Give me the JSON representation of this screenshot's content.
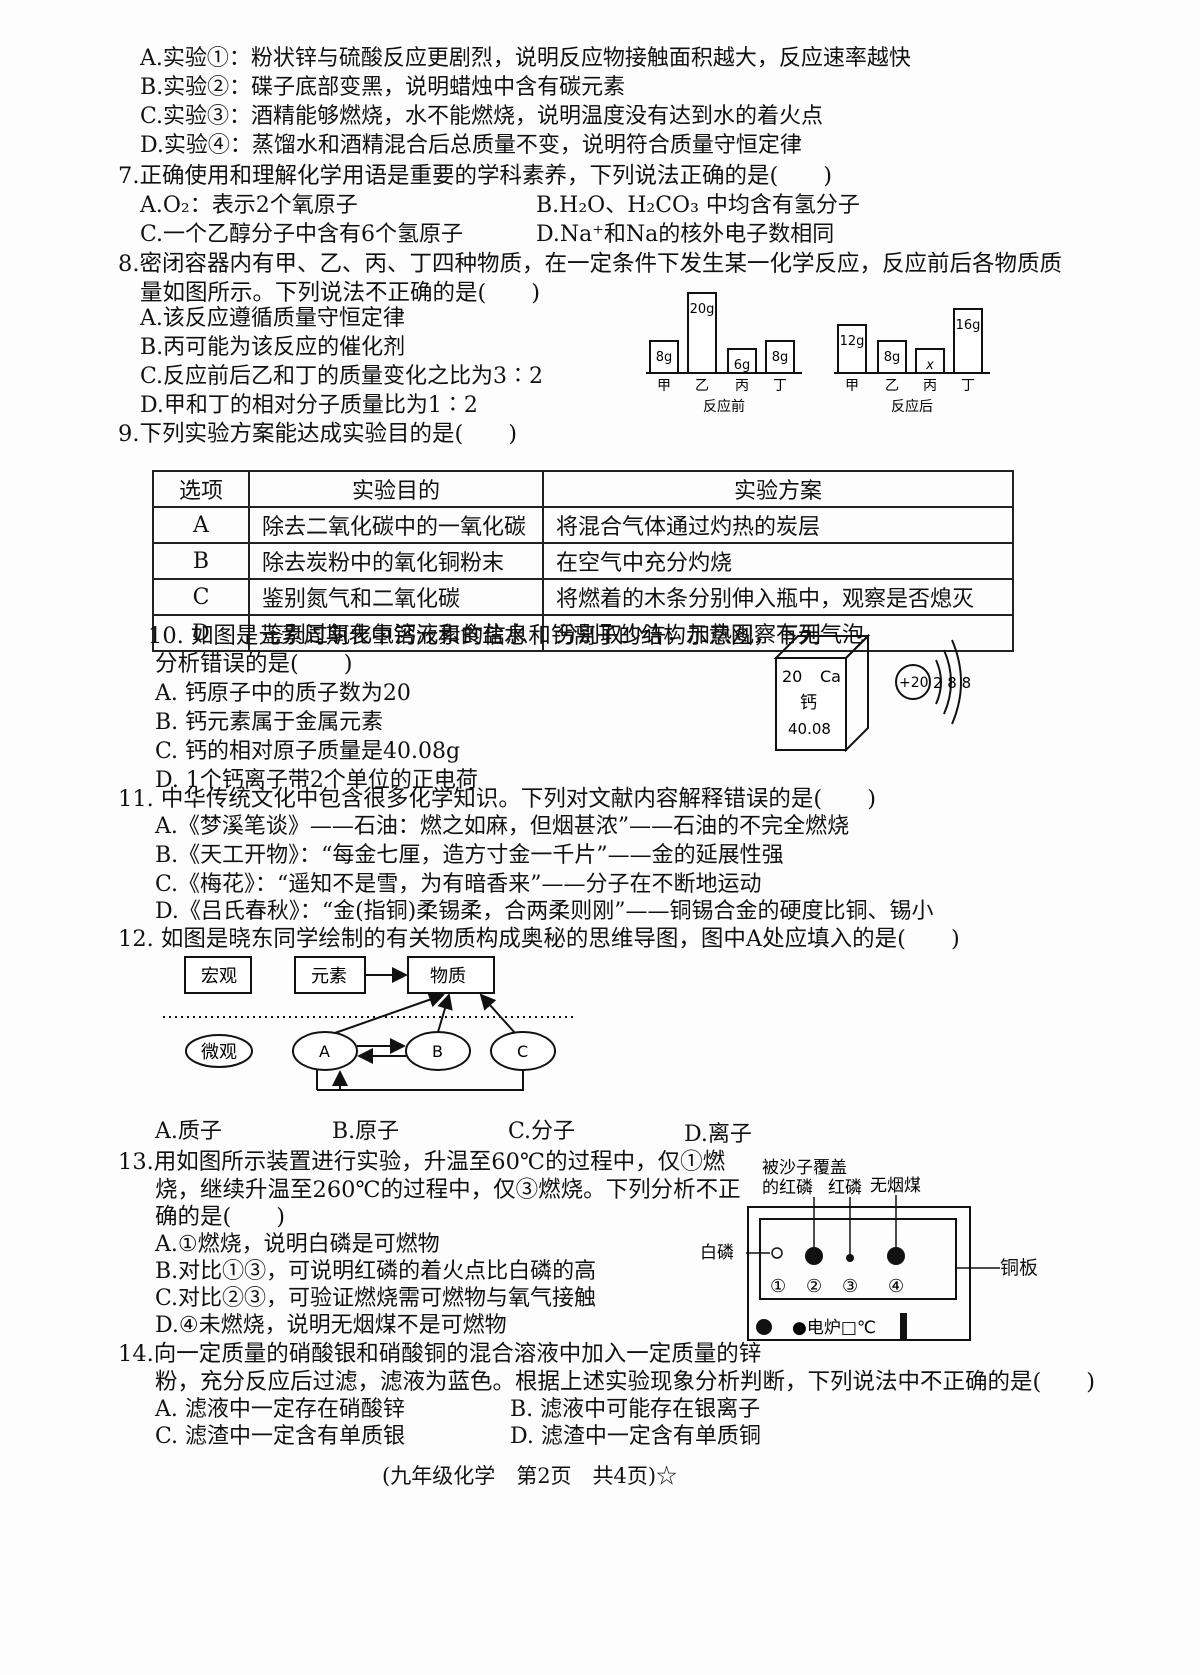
{
  "q6_options": [
    "A.实验①：粉状锌与硫酸反应更剧烈，说明反应物接触面积越大，反应速率越快",
    "B.实验②：碟子底部变黑，说明蜡烛中含有碳元素",
    "C.实验③：酒精能够燃烧，水不能燃烧，说明温度没有达到水的着火点",
    "D.实验④：蒸馏水和酒精混合后总质量不变，说明符合质量守恒定律"
  ],
  "q7": {
    "stem": "7.正确使用和理解化学用语是重要的学科素养，下列说法正确的是(　　)",
    "A": "A.O₂：表示2个氧原子",
    "B": "B.H₂O、H₂CO₃ 中均含有氢分子",
    "C": "C.一个乙醇分子中含有6个氢原子",
    "D": "D.Na⁺和Na的核外电子数相同"
  },
  "q8": {
    "stem1": "8.密闭容器内有甲、乙、丙、丁四种物质，在一定条件下发生某一化学反应，反应前后各物质质",
    "stem2": "量如图所示。下列说法不正确的是(　　)",
    "options": [
      "A.该反应遵循质量守恒定律",
      "B.丙可能为该反应的催化剂",
      "C.反应前后乙和丁的质量变化之比为3∶2",
      "D.甲和丁的相对分子质量比为1∶2"
    ]
  },
  "chart_data": {
    "type": "bar",
    "categories": [
      "甲",
      "乙",
      "丙",
      "丁"
    ],
    "panels": [
      {
        "title": "反应前",
        "labels": [
          "8g",
          "20g",
          "6g",
          "8g"
        ],
        "values": [
          8,
          20,
          6,
          8
        ]
      },
      {
        "title": "反应后",
        "labels": [
          "12g",
          "8g",
          "x",
          "16g"
        ],
        "values": [
          12,
          8,
          6,
          16
        ]
      }
    ]
  },
  "q9": {
    "stem": "9.下列实验方案能达成实验目的是(　　)",
    "headers": [
      "选项",
      "实验目的",
      "实验方案"
    ],
    "rows": [
      [
        "A",
        "除去二氧化碳中的一氧化碳",
        "将混合气体通过灼热的炭层"
      ],
      [
        "B",
        "除去炭粉中的氧化铜粉末",
        "在空气中充分灼烧"
      ],
      [
        "C",
        "鉴别氮气和二氧化碳",
        "将燃着的木条分别伸入瓶中，观察是否熄灭"
      ],
      [
        "D",
        "鉴别过氧化氢溶液和食盐水",
        "分别取少许，加热观察有无气泡"
      ]
    ]
  },
  "q10": {
    "stem1": "10. 如图是元素周期表中钙元素的信息和钙离子的结构示意图，下列",
    "stem2": "分析错误的是(　　)",
    "options": [
      "A. 钙原子中的质子数为20",
      "B. 钙元素属于金属元素",
      "C. 钙的相对原子质量是40.08g",
      "D. 1个钙离子带2个单位的正电荷"
    ],
    "cell": {
      "number": "20",
      "symbol": "Ca",
      "name": "钙",
      "mass": "40.08"
    },
    "ion": {
      "nucleus": "+20",
      "shells": "2 8 8"
    }
  },
  "q11": {
    "stem": "11. 中华传统文化中包含很多化学知识。下列对文献内容解释错误的是(　　)",
    "options": [
      "A.《梦溪笔谈》——石油：燃之如麻，但烟甚浓”——石油的不完全燃烧",
      "B.《天工开物》：“每金七厘，造方寸金一千片”——金的延展性强",
      "C.《梅花》：“遥知不是雪，为有暗香来”——分子在不断地运动",
      "D.《吕氏春秋》：“金(指铜)柔锡柔，合两柔则刚”——铜锡合金的硬度比铜、锡小"
    ]
  },
  "q12": {
    "stem": "12. 如图是晓东同学绘制的有关物质构成奥秘的思维导图，图中A处应填入的是(　　)",
    "map": {
      "macro": "宏观",
      "element": "元素",
      "substance": "物质",
      "micro": "微观",
      "a": "A",
      "b": "B",
      "c": "C"
    },
    "A": "A.质子",
    "B": "B.原子",
    "C": "C.分子",
    "D": "D.离子"
  },
  "q13": {
    "stem1": "13.用如图所示装置进行实验，升温至60℃的过程中，仅①燃",
    "stem2": "烧，继续升温至260℃的过程中，仅③燃烧。下列分析不正",
    "stem3": "确的是(　　)",
    "options": [
      "A.①燃烧，说明白磷是可燃物",
      "B.对比①③，可说明红磷的着火点比白磷的高",
      "C.对比②③，可验证燃烧需可燃物与氧气接触",
      "D.④未燃烧，说明无烟煤不是可燃物"
    ],
    "fig": {
      "covered1": "被沙子覆盖",
      "covered2": "的红磷",
      "red_p": "红磷",
      "coal": "无烟煤",
      "white_p": "白磷",
      "copper": "铜板",
      "nums": [
        "①",
        "②",
        "③",
        "④"
      ],
      "stove": "●电炉□℃"
    }
  },
  "q14": {
    "stem1": "14.向一定质量的硝酸银和硝酸铜的混合溶液中加入一定质量的锌",
    "stem2": "粉，充分反应后过滤，滤液为蓝色。根据上述实验现象分析判断，下列说法中不正确的是(　　)",
    "A": "A. 滤液中一定存在硝酸锌",
    "B": "B. 滤液中可能存在银离子",
    "C": "C. 滤渣中一定含有单质银",
    "D": "D. 滤渣中一定含有单质铜"
  },
  "footer": "(九年级化学　第2页　共4页)☆"
}
